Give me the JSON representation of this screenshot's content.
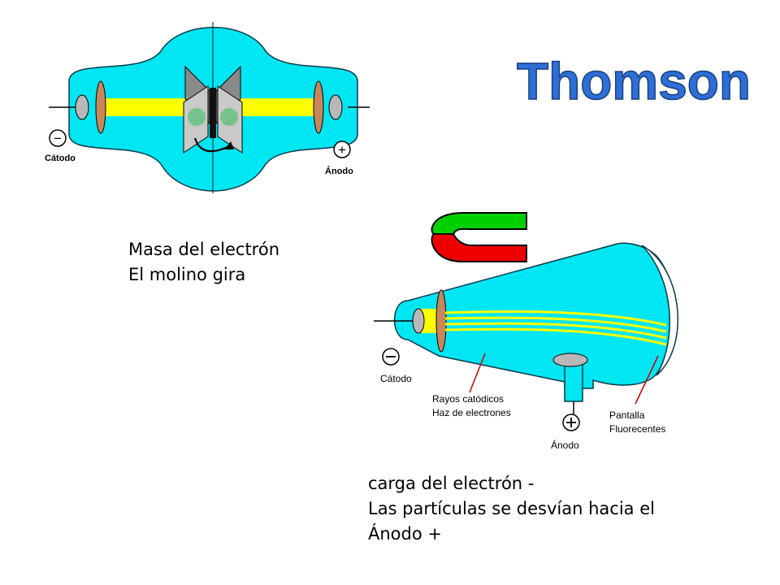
{
  "title": "Thomson",
  "colors": {
    "tube": "#00e6f2",
    "beam": "#ffff00",
    "electrode": "#c8875a",
    "magnet_north": "#00d000",
    "magnet_south": "#ee0000",
    "title_fill": "#2e6fd6"
  },
  "diagram_top": {
    "cathode_label": "Cátodo",
    "anode_label": "Ánodo",
    "cathode_sign": "−",
    "anode_sign": "+"
  },
  "diagram_bottom": {
    "cathode_label": "Cátodo",
    "anode_label": "Ánodo",
    "rays_label_1": "Rayos catódicos",
    "rays_label_2": "Haz de electrones",
    "screen_label_1": "Pantalla",
    "screen_label_2": "Fluorecentes"
  },
  "caption_mass": {
    "line1": "Masa  del electrón",
    "line2": "El molino gira"
  },
  "caption_charge": {
    "line1": "carga  del electrón   -",
    "line2": "Las partículas se desvían hacia el",
    "line3": "Ánodo  +"
  }
}
